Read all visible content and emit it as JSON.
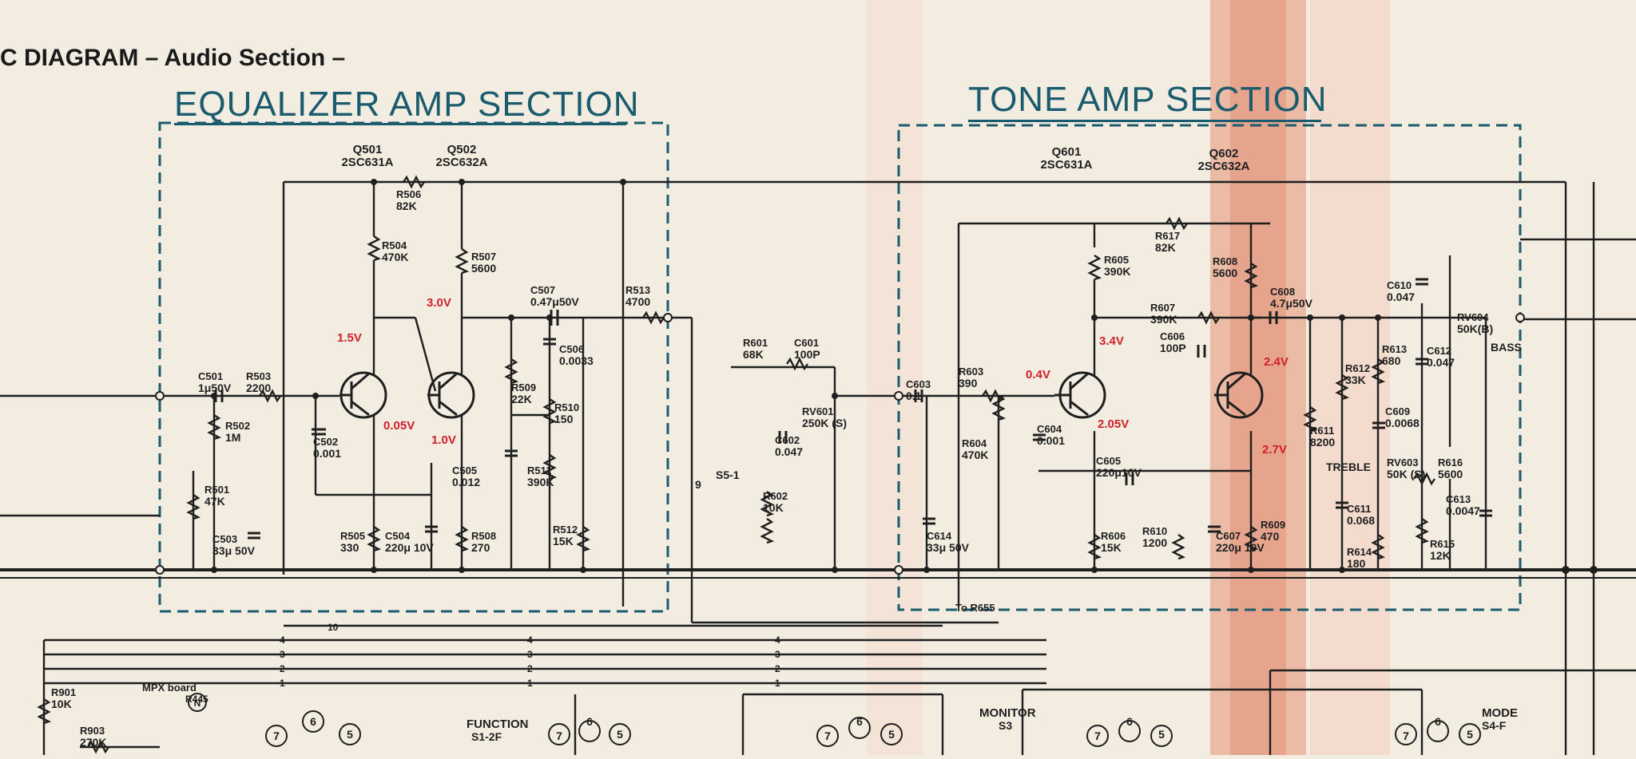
{
  "page_title": "C DIAGRAM – Audio Section –",
  "sections": {
    "equalizer": "EQUALIZER AMP SECTION",
    "tone": "TONE AMP SECTION"
  },
  "colors": {
    "wire": "#1f1f1f",
    "border": "#1b5b6e",
    "voltage": "#d0202a",
    "paper": "#f2ece1",
    "stain": "#e89477"
  },
  "transistors": [
    {
      "id": "Q501",
      "part": "2SC631A"
    },
    {
      "id": "Q502",
      "part": "2SC632A"
    },
    {
      "id": "Q601",
      "part": "2SC631A"
    },
    {
      "id": "Q602",
      "part": "2SC632A"
    }
  ],
  "components": [
    {
      "id": "R506",
      "value": "82K"
    },
    {
      "id": "R504",
      "value": "470K"
    },
    {
      "id": "R507",
      "value": "5600"
    },
    {
      "id": "C507",
      "value": "0.47μ50V"
    },
    {
      "id": "R513",
      "value": "4700"
    },
    {
      "id": "C506",
      "value": "0.0033"
    },
    {
      "id": "C501",
      "value": "1μ50V"
    },
    {
      "id": "R503",
      "value": "2200"
    },
    {
      "id": "R502",
      "value": "1M"
    },
    {
      "id": "C502",
      "value": "0.001"
    },
    {
      "id": "R509",
      "value": "22K"
    },
    {
      "id": "R510",
      "value": "150"
    },
    {
      "id": "C505",
      "value": "0.012"
    },
    {
      "id": "R511",
      "value": "390K"
    },
    {
      "id": "R501",
      "value": "47K"
    },
    {
      "id": "C503",
      "value": "33μ 50V"
    },
    {
      "id": "R505",
      "value": "330"
    },
    {
      "id": "C504",
      "value": "220μ 10V"
    },
    {
      "id": "R508",
      "value": "270"
    },
    {
      "id": "R512",
      "value": "15K"
    },
    {
      "id": "R601",
      "value": "68K"
    },
    {
      "id": "C601",
      "value": "100P"
    },
    {
      "id": "RV601",
      "value": "250K (S)"
    },
    {
      "id": "C602",
      "value": "0.047"
    },
    {
      "id": "R602",
      "value": "10K"
    },
    {
      "id": "C603",
      "value": "0.1"
    },
    {
      "id": "R603",
      "value": "390"
    },
    {
      "id": "R604",
      "value": "470K"
    },
    {
      "id": "C604",
      "value": "0.001"
    },
    {
      "id": "C614",
      "value": "33μ 50V"
    },
    {
      "id": "R617",
      "value": "82K"
    },
    {
      "id": "R605",
      "value": "390K"
    },
    {
      "id": "R608",
      "value": "5600"
    },
    {
      "id": "R607",
      "value": "390K"
    },
    {
      "id": "C606",
      "value": "100P"
    },
    {
      "id": "C608",
      "value": "4.7μ50V"
    },
    {
      "id": "C605",
      "value": "220μ10V"
    },
    {
      "id": "R606",
      "value": "15K"
    },
    {
      "id": "R610",
      "value": "1200"
    },
    {
      "id": "C607",
      "value": "220μ 10V"
    },
    {
      "id": "R609",
      "value": "470"
    },
    {
      "id": "C610",
      "value": "0.047"
    },
    {
      "id": "RV604",
      "value": "50K(B)"
    },
    {
      "id": "R613",
      "value": "680"
    },
    {
      "id": "C612",
      "value": "0.047"
    },
    {
      "id": "R612",
      "value": "33K"
    },
    {
      "id": "C609",
      "value": "0.0068"
    },
    {
      "id": "R611",
      "value": "8200"
    },
    {
      "id": "RV603",
      "value": "50K (S)"
    },
    {
      "id": "R616",
      "value": "5600"
    },
    {
      "id": "C611",
      "value": "0.068"
    },
    {
      "id": "C613",
      "value": "0.0047"
    },
    {
      "id": "R614",
      "value": "180"
    },
    {
      "id": "R615",
      "value": "12K"
    },
    {
      "id": "R901",
      "value": "10K"
    },
    {
      "id": "R903",
      "value": "270K"
    }
  ],
  "voltages": [
    "1.5V",
    "3.0V",
    "0.05V",
    "1.0V",
    "0.4V",
    "3.4V",
    "2.4V",
    "2.05V",
    "2.7V"
  ],
  "labels": {
    "bass": "BASS",
    "treble": "TREBLE",
    "s5": "S5-1",
    "to_r655": "To R655",
    "mpx_board": "MPX board",
    "r445": "R445",
    "n": "N",
    "function": "FUNCTION",
    "function_sw": "S1-2F",
    "monitor": "MONITOR",
    "monitor_sw": "S3",
    "mode": "MODE",
    "mode_sw": "S4-F",
    "wire_9": "9",
    "wire_10": "10"
  },
  "bus_numbers": [
    "4",
    "3",
    "2",
    "1"
  ],
  "pins": [
    "7",
    "6",
    "5"
  ]
}
